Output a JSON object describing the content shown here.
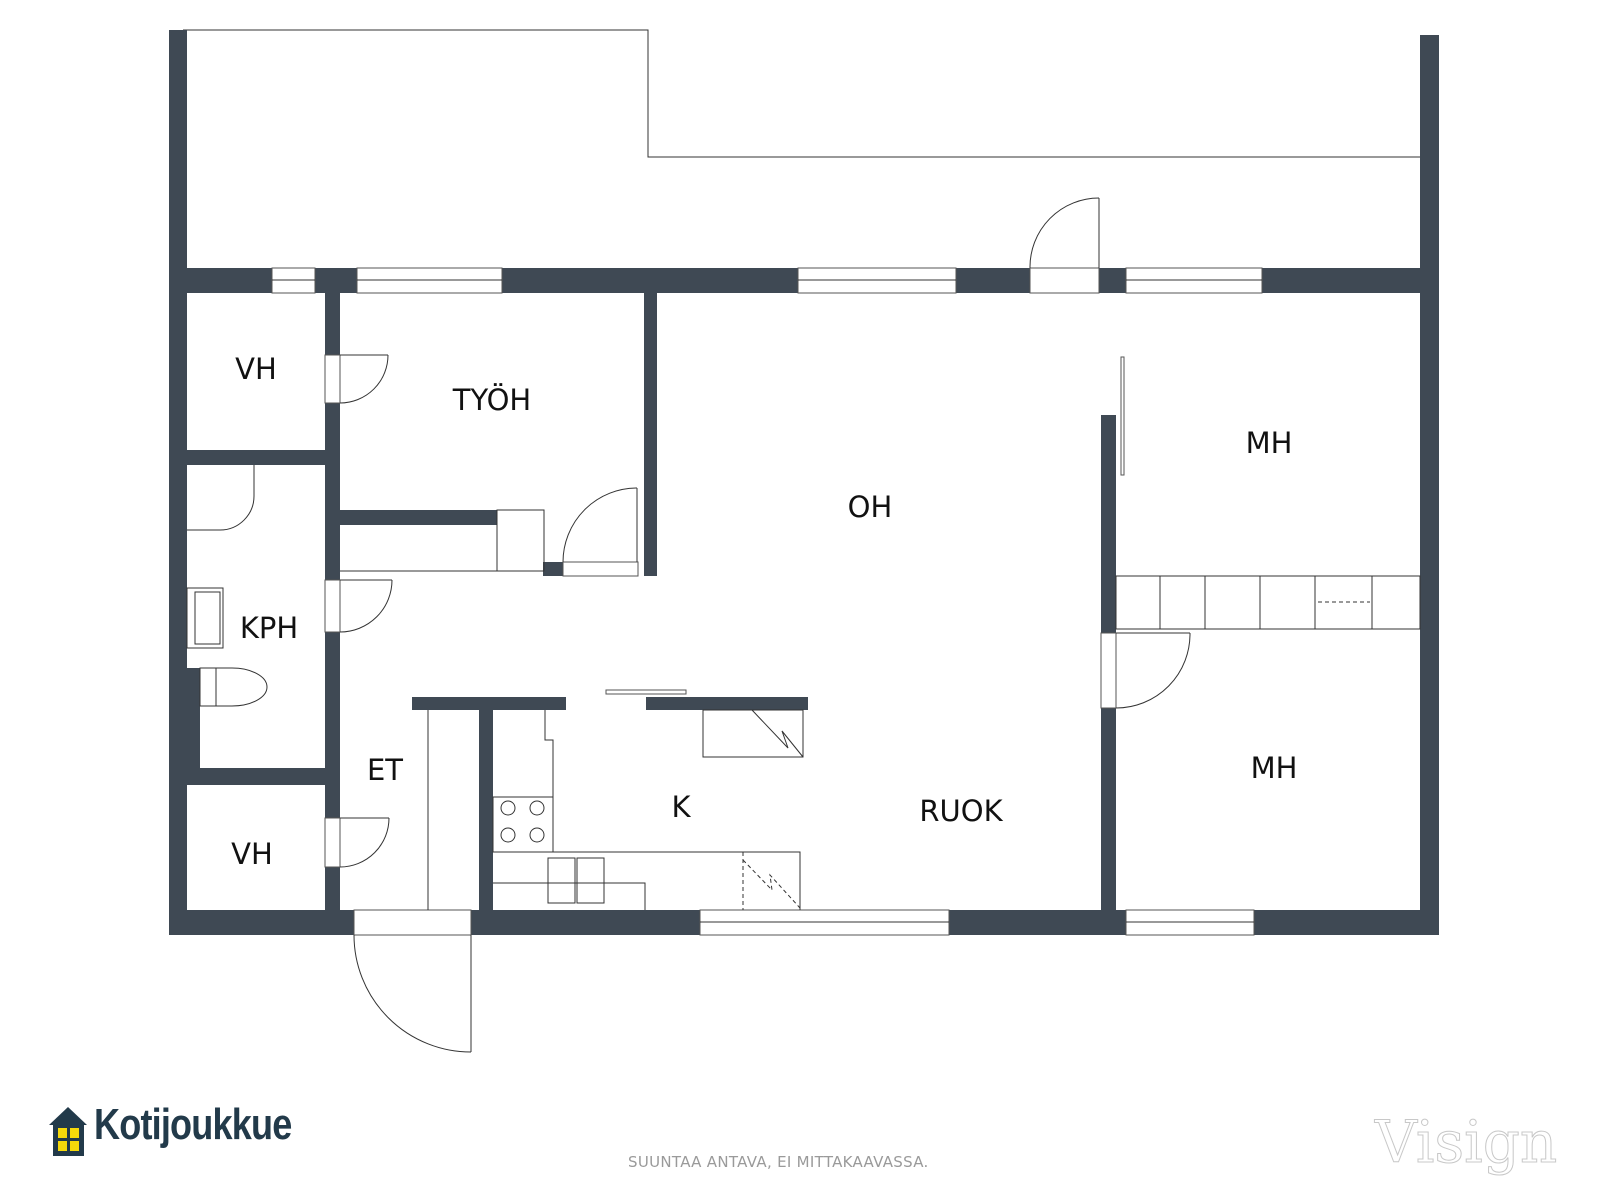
{
  "rooms": {
    "vh_top": "VH",
    "tyoh": "TYÖH",
    "oh": "OH",
    "mh_top": "MH",
    "kph": "KPH",
    "et": "ET",
    "k": "K",
    "ruok": "RUOK",
    "mh_bottom": "MH",
    "vh_bottom": "VH"
  },
  "footer": {
    "disclaimer": "SUUNTAA ANTAVA, EI MITTAKAAVASSA.",
    "brand": "Kotijoukkue",
    "watermark": "Visign"
  },
  "colors": {
    "wall": "#3f4954",
    "logo_text": "#223a4a",
    "logo_window": "#f5d90a"
  }
}
